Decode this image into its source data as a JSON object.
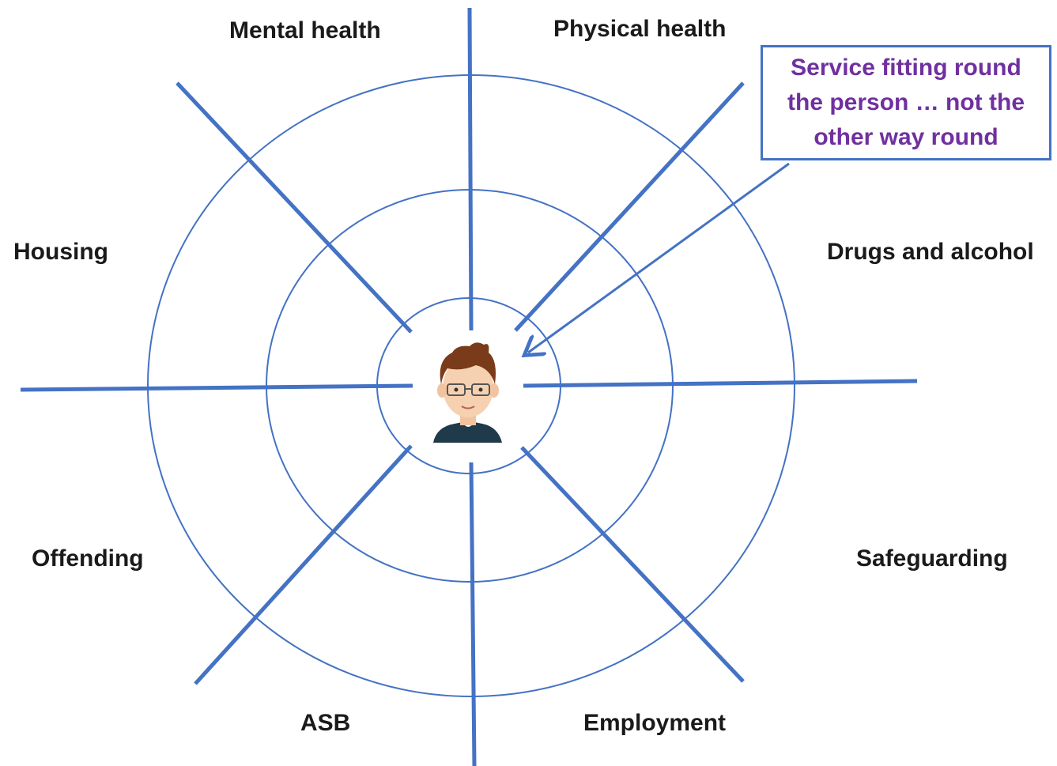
{
  "diagram": {
    "center_icon": "person-avatar-icon",
    "rings": 3,
    "spokes": 8,
    "colors": {
      "ring": "#4472c4",
      "spoke": "#4472c4",
      "callout_border": "#4472c4",
      "callout_text": "#7030a0",
      "label_text": "#1a1a1a"
    },
    "labels": {
      "mental_health": "Mental health",
      "physical_health": "Physical health",
      "housing": "Housing",
      "drugs_alcohol": "Drugs and alcohol",
      "offending": "Offending",
      "safeguarding": "Safeguarding",
      "asb": "ASB",
      "employment": "Employment"
    },
    "callout": {
      "text": "Service fitting round the person … not the other way round"
    }
  }
}
